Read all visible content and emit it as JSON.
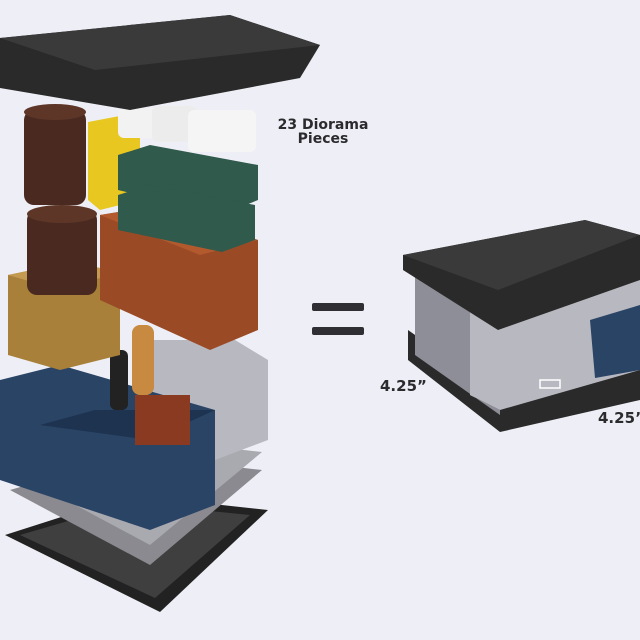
{
  "labels": {
    "pieces_count": "23 Diorama",
    "pieces_word": "Pieces",
    "dimension_left": "4.25”",
    "dimension_right": "4.25”"
  },
  "colors": {
    "background": "#eeeff6",
    "black_tile": "#2a2a2a",
    "brown_barrel": "#4a2a20",
    "yellow": "#e8c820",
    "white": "#f2f2f2",
    "green": "#2f5a4c",
    "orange_brown": "#9a4a25",
    "tan": "#a8803a",
    "grey": "#b8b8c0",
    "navy": "#2a4466"
  }
}
